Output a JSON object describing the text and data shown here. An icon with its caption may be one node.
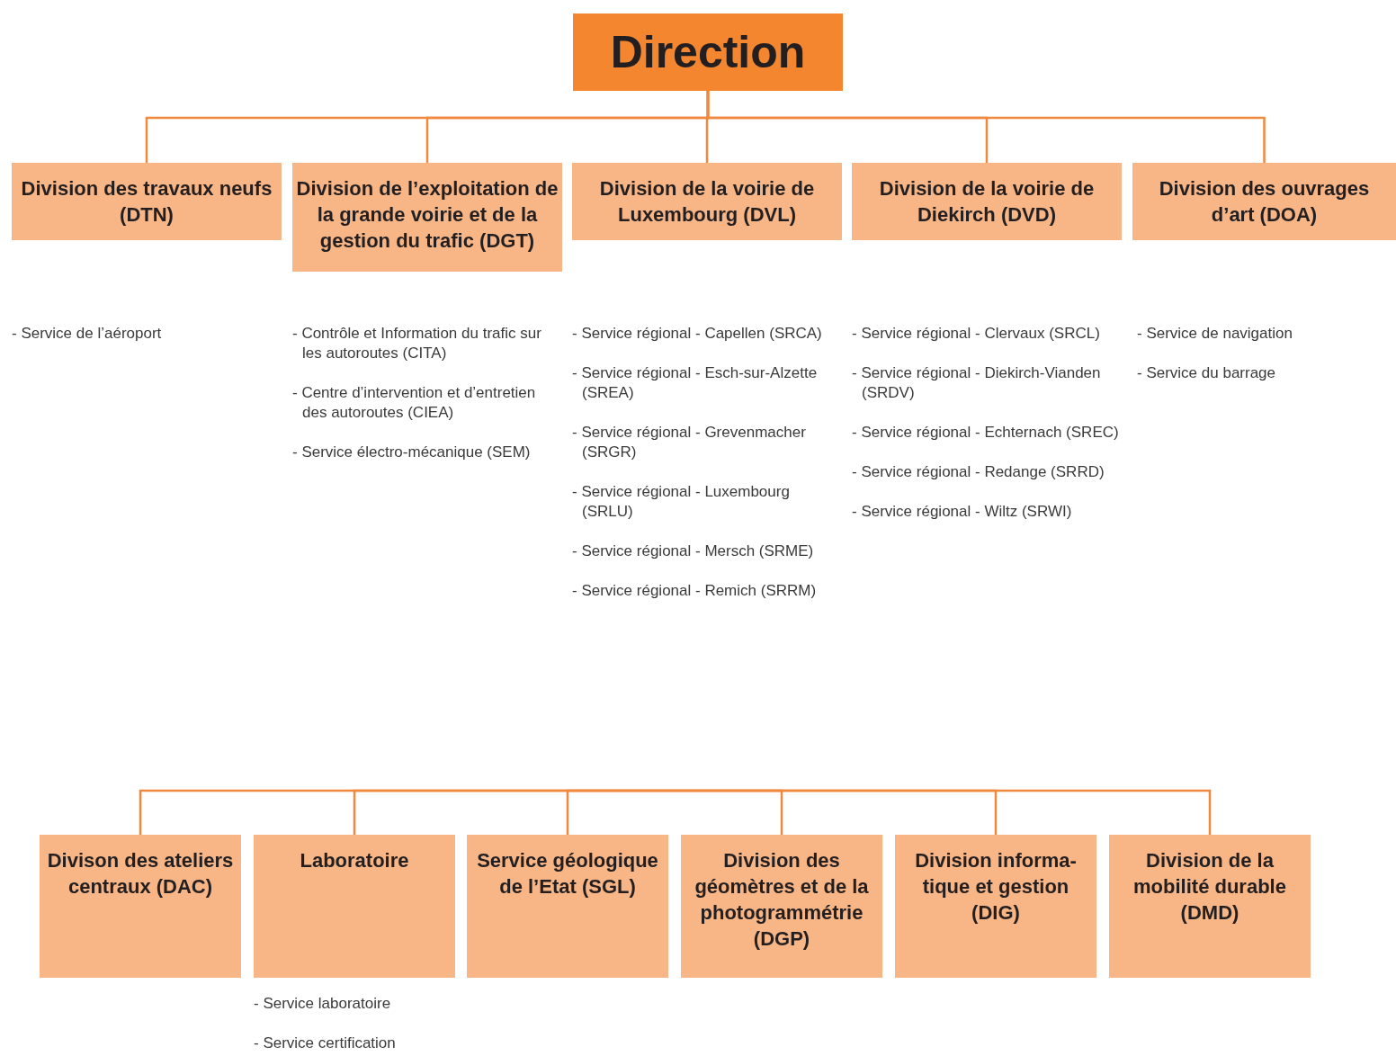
{
  "diagram": {
    "nodes": [
      {
        "text": [
          "Direction"
        ]
      },
      {
        "text": [
          "Division des travaux neufs (DTN)"
        ]
      },
      {
        "text": [
          "Division de l’exploitation de la grande voirie et de la gestion du trafic (DGT)"
        ],
        "beside": [
          "- Contrôle et Information du trafic sur les autoroutes (CITA)",
          "- Centre d’intervention et d’entretien des autoroutes (CIEA)",
          "- Service électro-mécanique (SEM)"
        ]
      },
      {
        "text": [
          "Division de la voirie de Luxembourg (DVL)"
        ],
        "beside": [
          "- Service régional - Capellen (SRCA)",
          "- Service régional - Esch-sur-Alzette (SREA)",
          "- Service régional - Grevenmacher (SRGR)",
          "- Service régional - Luxembourg (SRLU)",
          "- Service régional - Mersch (SRME)",
          "- Service régional - Remich (SRRM)"
        ]
      },
      {
        "text": [
          "Division de la voirie de Diekirch (DVD)"
        ],
        "beside": [
          "- Service régional - Clervaux (SRCL)",
          "- Service régional - Diekirch-Vianden (SRDV)",
          "- Service régional - Echternach (SREC)",
          "- Service régional - Redange (SRRD)",
          "- Service régional - Wiltz (SRWI)"
        ]
      },
      {
        "text": [
          "Division des ouvrages d’art (DOA)"
        ],
        "beside": [
          "- Service de navigation",
          "- Service du barrage"
        ]
      },
      {
        "text": [
          "Divison des ateliers centraux (DAC)"
        ]
      },
      {
        "text": [
          "Laboratoire"
        ],
        "beside": [
          "- Service laboratoire",
          "- Service certification"
        ]
      },
      {
        "text": [
          "Service géologique de l’Etat (SGL)"
        ]
      },
      {
        "text": [
          "Division des géomètres et de la photogrammétrie (DGP)"
        ]
      },
      {
        "text": [
          "Division informa-tique et gestion (DIG)"
        ]
      },
      {
        "text": [
          "Division de la mobilité durable (DMD)"
        ]
      }
    ],
    "edges": [
      {
        "from": 0,
        "to": 1,
        "arrow": "none"
      },
      {
        "from": 0,
        "to": 2,
        "arrow": "none"
      },
      {
        "from": 0,
        "to": 3,
        "arrow": "none"
      },
      {
        "from": 0,
        "to": 4,
        "arrow": "none"
      },
      {
        "from": 0,
        "to": 5,
        "arrow": "none"
      },
      {
        "from": null,
        "to": 6,
        "arrow": "none"
      },
      {
        "from": null,
        "to": 7,
        "arrow": "none"
      },
      {
        "from": null,
        "to": 8,
        "arrow": "none"
      },
      {
        "from": null,
        "to": 9,
        "arrow": "none"
      },
      {
        "from": null,
        "to": 10,
        "arrow": "none"
      },
      {
        "from": null,
        "to": 11,
        "arrow": "none"
      }
    ],
    "labels": [
      "- Service de l’aéroport"
    ]
  }
}
